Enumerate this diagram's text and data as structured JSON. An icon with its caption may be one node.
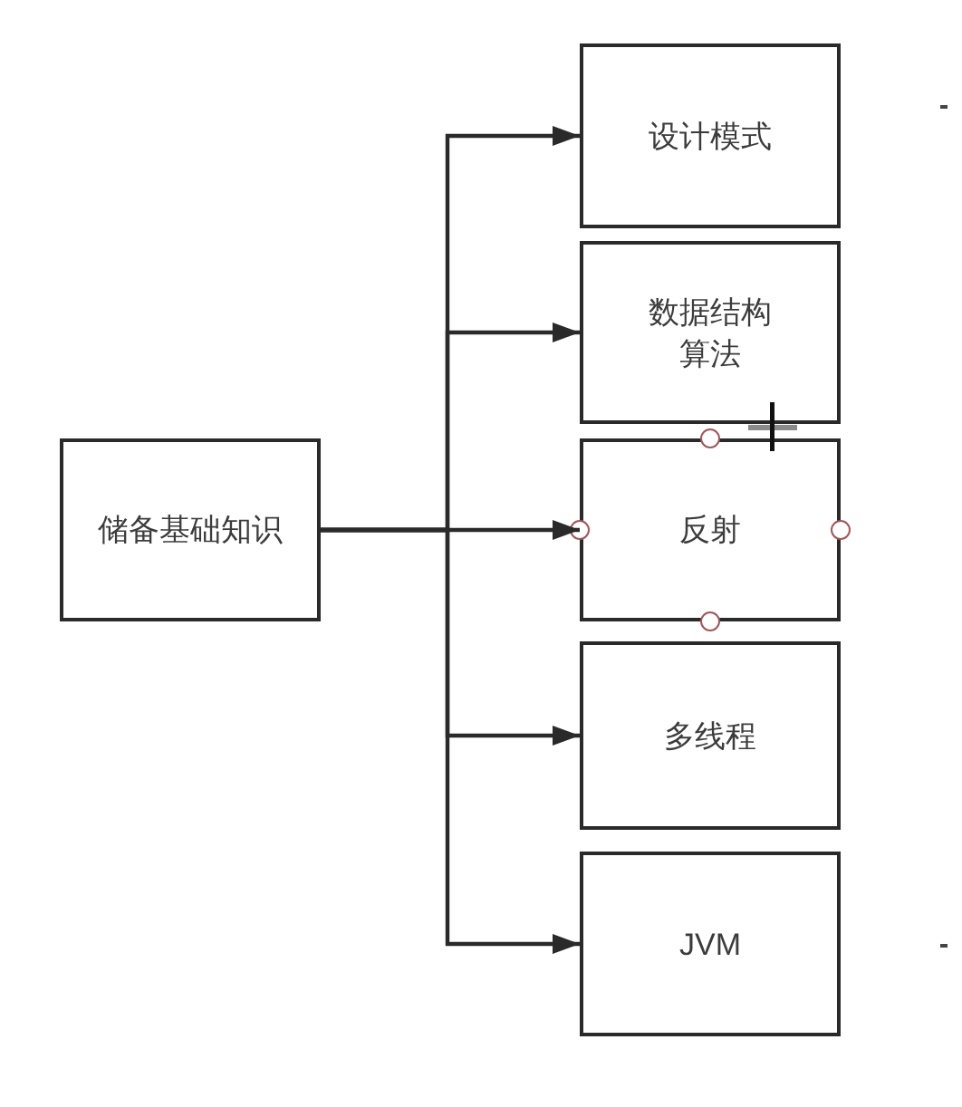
{
  "diagram": {
    "nodes": [
      {
        "text": [
          "储备基础知识"
        ]
      },
      {
        "text": [
          "设计模式"
        ]
      },
      {
        "text": [
          "数据结构算法"
        ]
      },
      {
        "text": [
          "反射"
        ]
      },
      {
        "text": [
          "多线程"
        ]
      },
      {
        "text": [
          "JVM"
        ]
      }
    ],
    "edges": [
      {
        "from": 0,
        "to": 1,
        "arrow": "to"
      },
      {
        "from": 0,
        "to": 2,
        "arrow": "to"
      },
      {
        "from": 0,
        "to": 3,
        "arrow": "to"
      },
      {
        "from": 0,
        "to": 4,
        "arrow": "to"
      },
      {
        "from": 0,
        "to": 5,
        "arrow": "to"
      }
    ]
  }
}
